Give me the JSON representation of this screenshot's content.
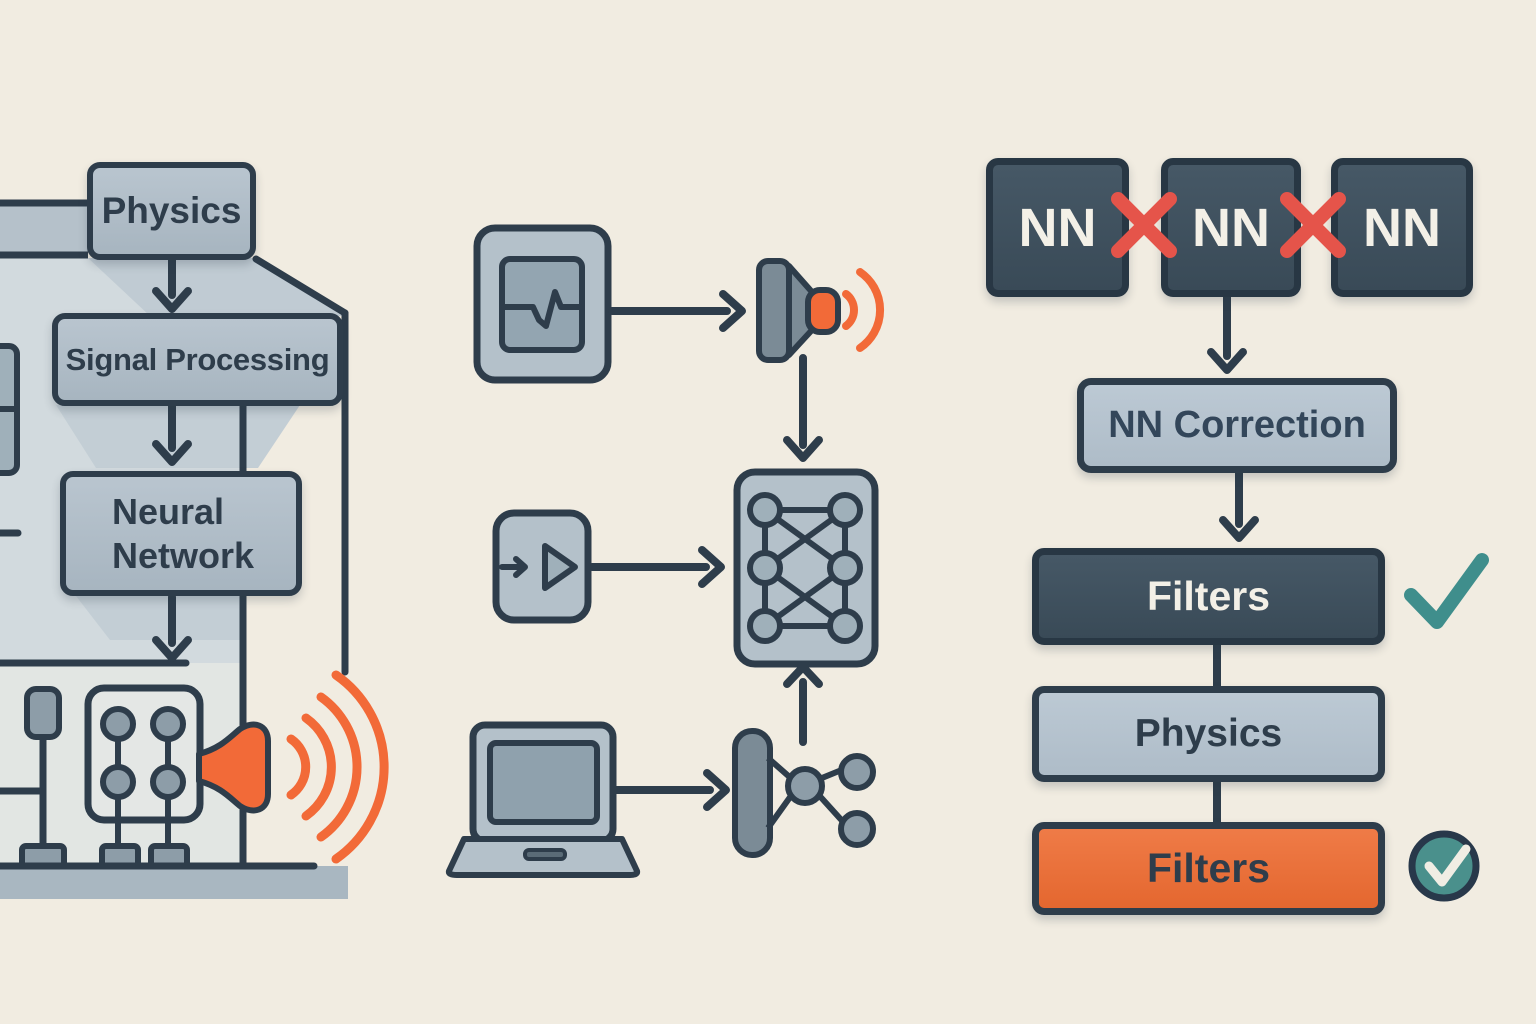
{
  "palette": {
    "background": "#f1ece1",
    "outline": "#2e3d4b",
    "box_light": "#aebbc5",
    "box_dark": "#3e4f5c",
    "accent_orange": "#ee6b3b",
    "cross_red": "#e5544a",
    "check_teal": "#3f8e8c",
    "text_light": "#f3f0e7"
  },
  "left_flow": {
    "physics": "Physics",
    "signal_processing": "Signal Processing",
    "neural_line1": "Neural",
    "neural_line2": "Network"
  },
  "right_flow": {
    "nn_boxes": [
      "NN",
      "NN",
      "NN"
    ],
    "nn_correction": "NN Correction",
    "filters_top": "Filters",
    "physics": "Physics",
    "filters_bottom": "Filters"
  },
  "icons": {
    "left_panel": [
      "factory-building",
      "window-icon",
      "lever-icon",
      "control-panel-icon",
      "horn-speaker-icon",
      "sound-waves-icon"
    ],
    "middle_panel": [
      "oscilloscope-icon",
      "speaker-icon",
      "play-module-icon",
      "neural-network-card-icon",
      "laptop-icon",
      "output-network-icon"
    ],
    "right_panel": [
      "cross-icon",
      "cross-icon",
      "check-icon",
      "circle-check-icon"
    ]
  }
}
